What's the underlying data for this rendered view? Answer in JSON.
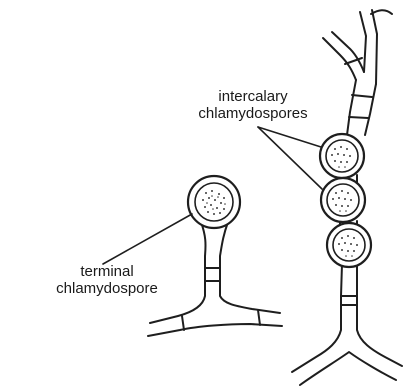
{
  "labels": {
    "intercalary": {
      "line1": "intercalary",
      "line2": "chlamydospores"
    },
    "terminal": {
      "line1": "terminal",
      "line2": "chlamydospore"
    }
  },
  "colors": {
    "ink": "#1e1e1e",
    "background": "#ffffff"
  }
}
